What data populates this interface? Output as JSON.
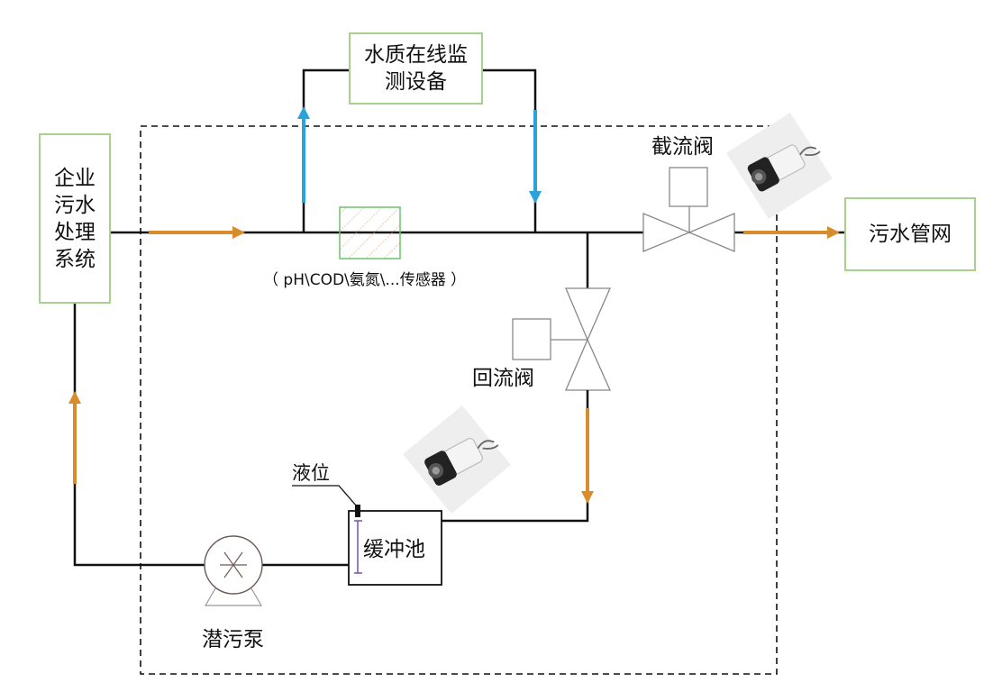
{
  "nodes": {
    "monitor_device": {
      "line1": "水质在线监",
      "line2": "测设备"
    },
    "enterprise_system": {
      "line1": "企业",
      "line2": "污水",
      "line3": "处理",
      "line4": "系统"
    },
    "sewer_network": "污水管网",
    "sensor_caption": "（ pH\\COD\\氨氮\\...传感器 ）",
    "cutoff_valve": "截流阀",
    "return_valve": "回流阀",
    "buffer_tank": "缓冲池",
    "level_gauge": "液位",
    "submersible_pump": "潜污泵"
  },
  "colors": {
    "flow_main": "#d98c2a",
    "flow_monitor": "#2aa3dc",
    "box_border": "#a9d18e",
    "sensor_border": "#6cc46c",
    "sensor_hatch": "#f0a070",
    "level_gauge": "#7a4fb0"
  },
  "icons": {
    "camera_top": "surveillance-camera",
    "camera_bottom": "surveillance-camera"
  }
}
